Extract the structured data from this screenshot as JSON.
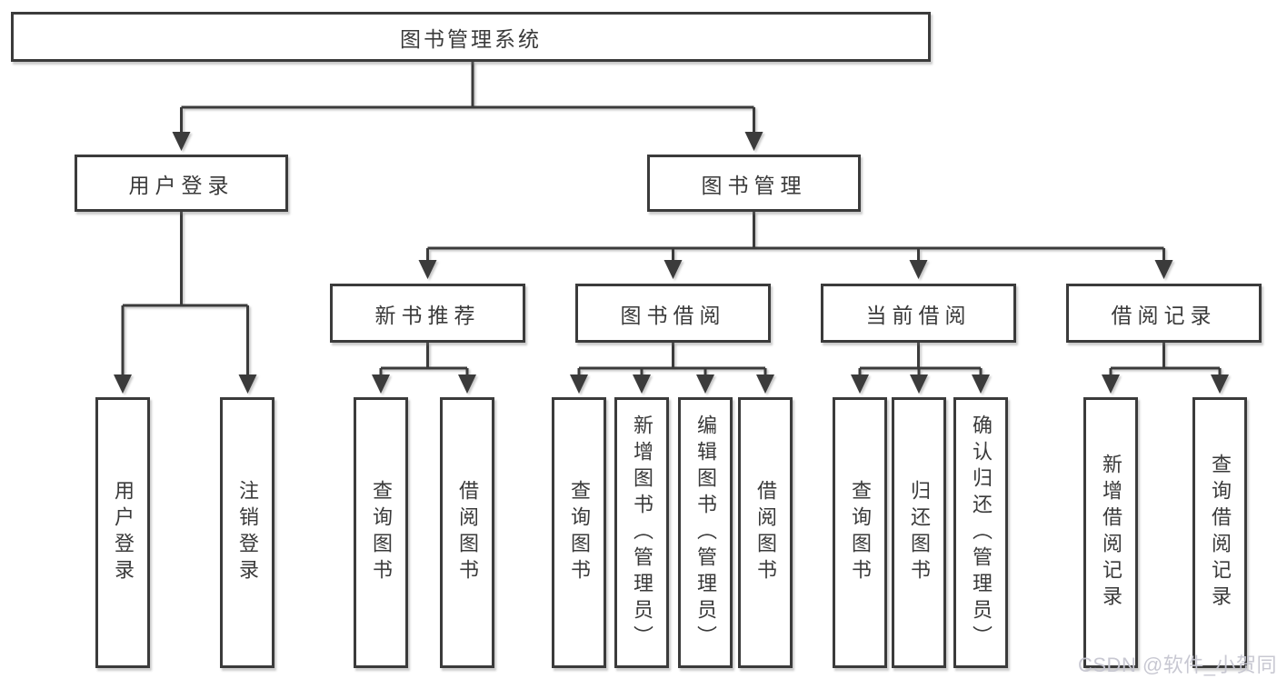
{
  "tree": {
    "root": {
      "label": "图书管理系统"
    },
    "level2": [
      {
        "label": "用户登录"
      },
      {
        "label": "图书管理"
      }
    ],
    "level3": [
      {
        "label": "新书推荐",
        "parent": "图书管理"
      },
      {
        "label": "图书借阅",
        "parent": "图书管理"
      },
      {
        "label": "当前借阅",
        "parent": "图书管理"
      },
      {
        "label": "借阅记录",
        "parent": "图书管理"
      }
    ],
    "leaves": [
      {
        "label": "用户登录",
        "parent": "用户登录"
      },
      {
        "label": "注销登录",
        "parent": "用户登录"
      },
      {
        "label": "查询图书",
        "parent": "新书推荐"
      },
      {
        "label": "借阅图书",
        "parent": "新书推荐"
      },
      {
        "label": "查询图书",
        "parent": "图书借阅"
      },
      {
        "label": "新增图书（管理员）",
        "parent": "图书借阅"
      },
      {
        "label": "编辑图书（管理员）",
        "parent": "图书借阅"
      },
      {
        "label": "借阅图书",
        "parent": "图书借阅"
      },
      {
        "label": "查询图书",
        "parent": "当前借阅"
      },
      {
        "label": "归还图书",
        "parent": "当前借阅"
      },
      {
        "label": "确认归还（管理员）",
        "parent": "当前借阅"
      },
      {
        "label": "新增借阅记录",
        "parent": "借阅记录"
      },
      {
        "label": "查询借阅记录",
        "parent": "借阅记录"
      }
    ],
    "colors": {
      "line": "#3b3b3b",
      "text": "#3a3a3a",
      "box_background": "#ffffff",
      "watermark": "#c6c6d0",
      "background": "#ffffff"
    }
  },
  "watermark": {
    "text": "CSDN @软件_小贺同学"
  }
}
